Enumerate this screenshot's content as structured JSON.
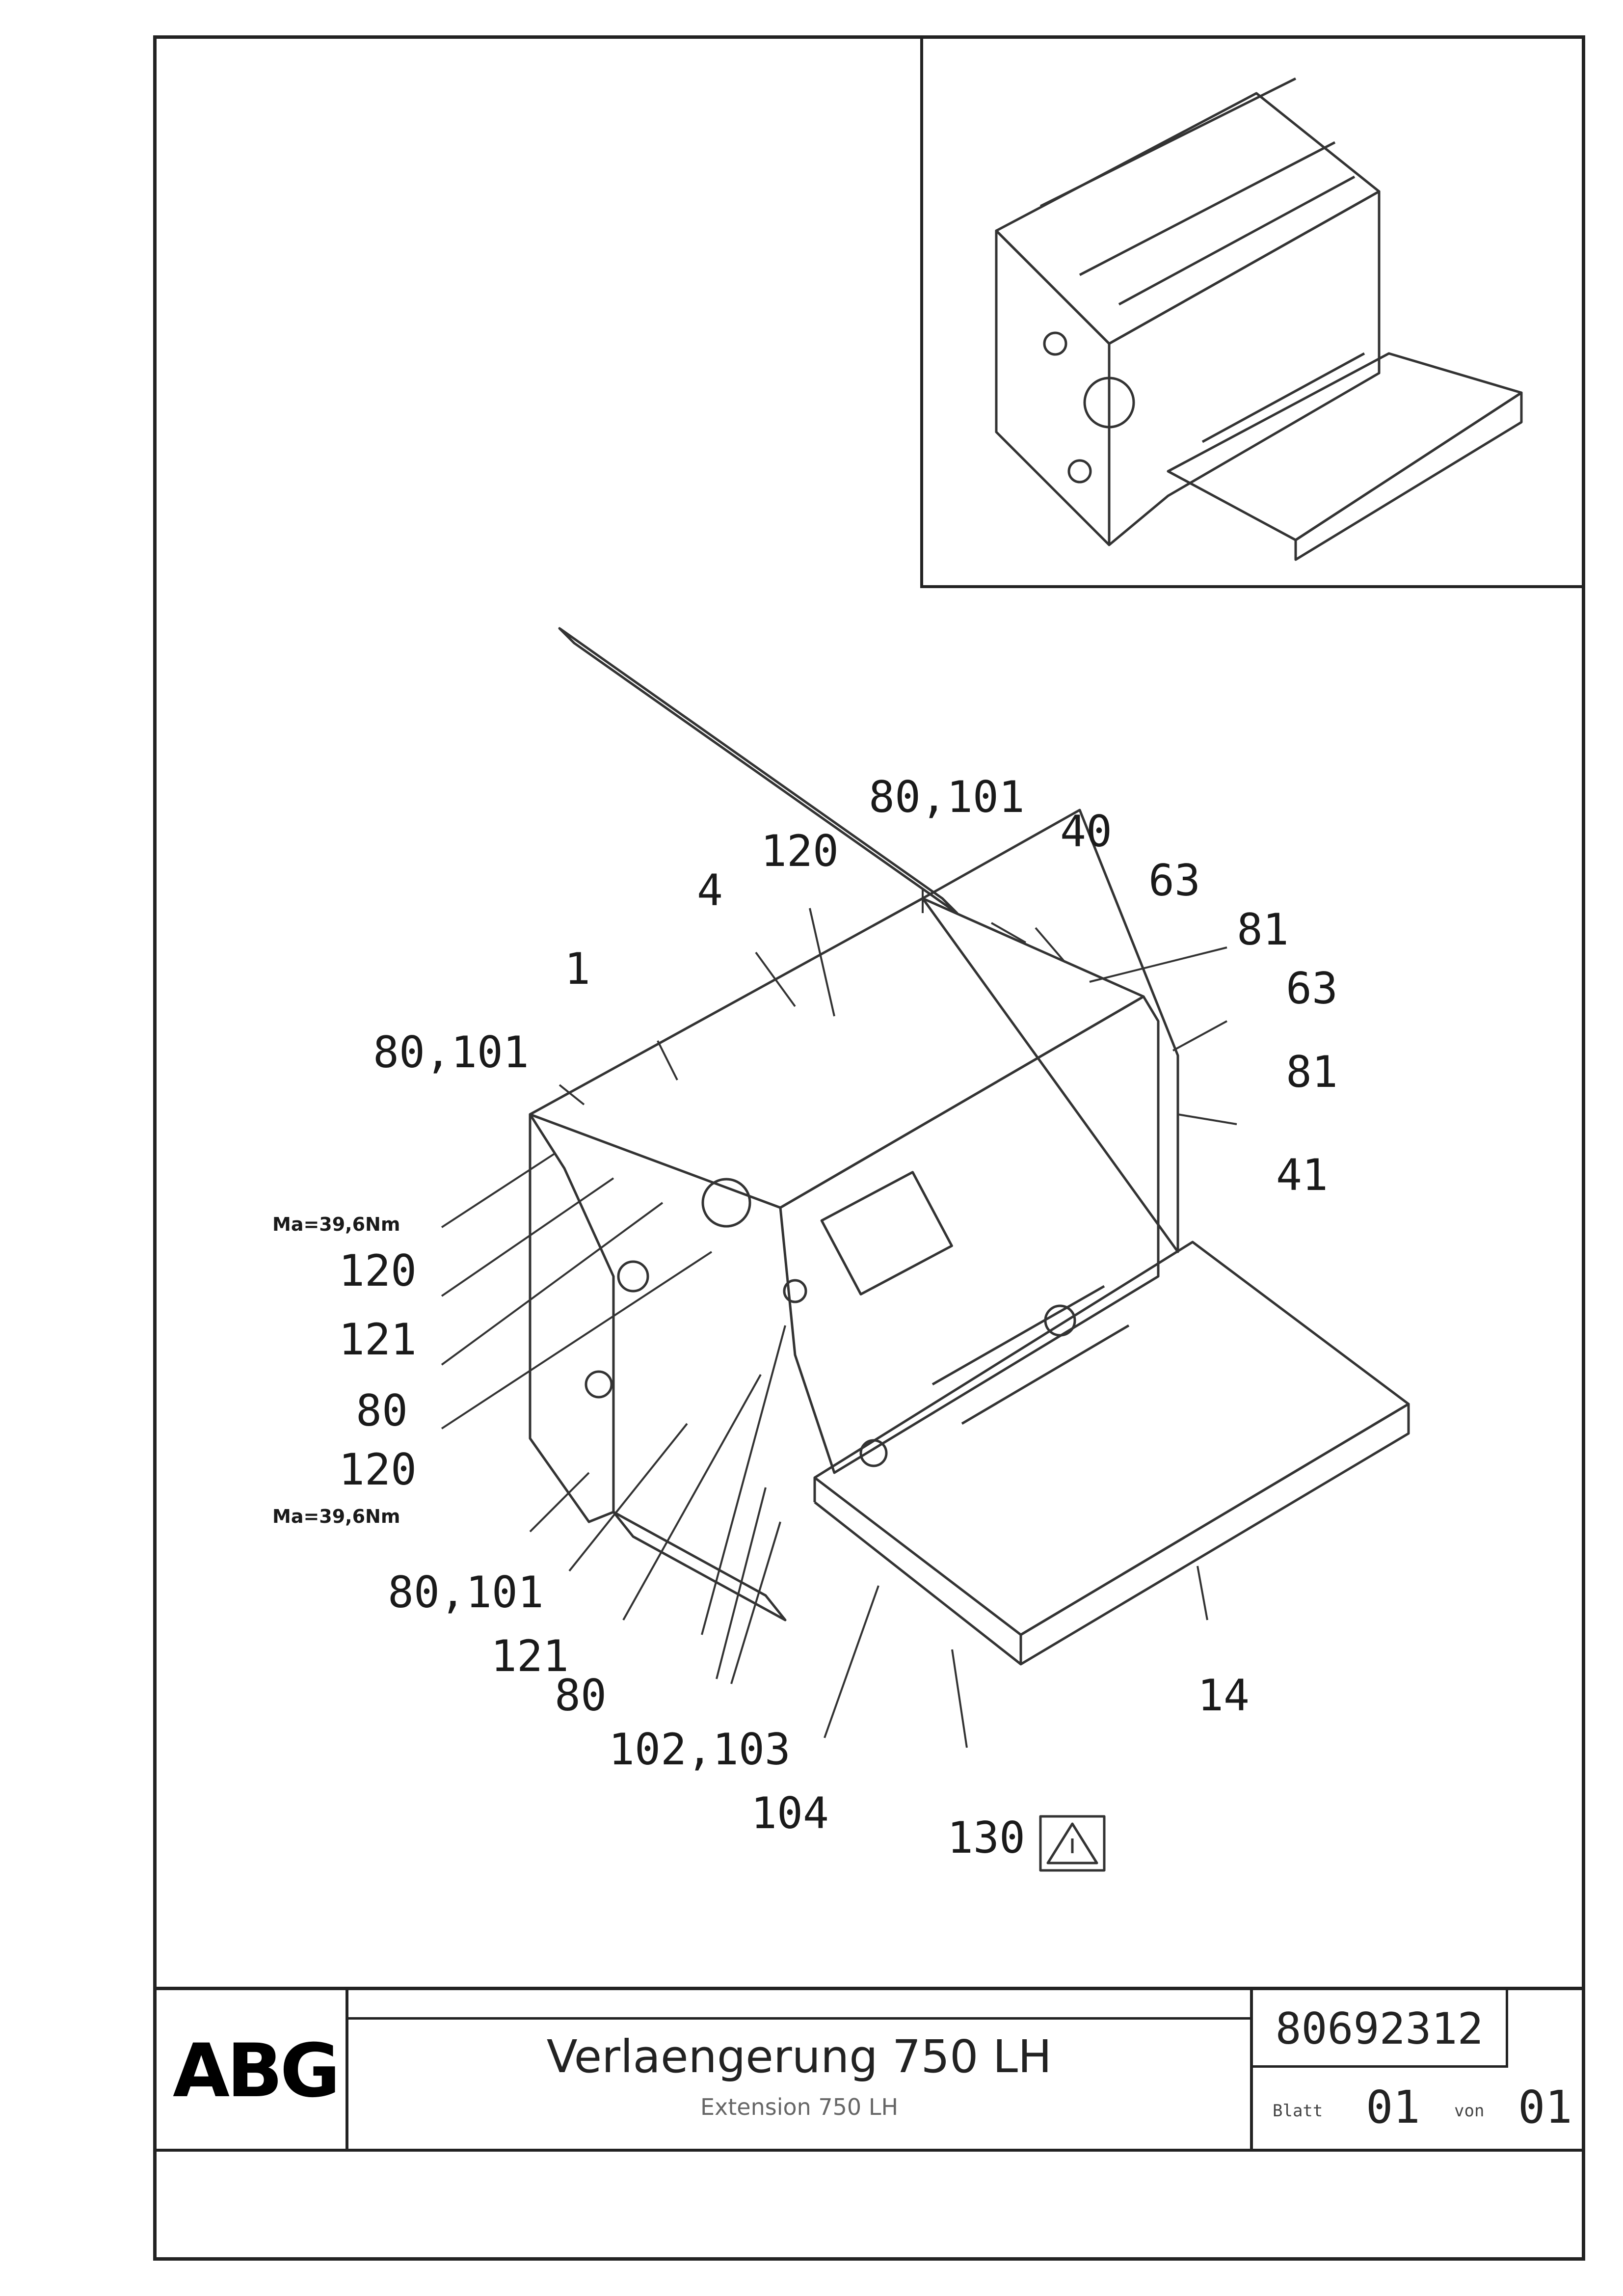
{
  "drawing": {
    "callouts": [
      {
        "id": "c1",
        "text": "80,101"
      },
      {
        "id": "c2",
        "text": "120"
      },
      {
        "id": "c3",
        "text": "40"
      },
      {
        "id": "c4",
        "text": "4"
      },
      {
        "id": "c5",
        "text": "63"
      },
      {
        "id": "c6",
        "text": "81"
      },
      {
        "id": "c7",
        "text": "1"
      },
      {
        "id": "c8",
        "text": "63"
      },
      {
        "id": "c9",
        "text": "80,101"
      },
      {
        "id": "c10",
        "text": "81"
      },
      {
        "id": "c11",
        "text": "41"
      },
      {
        "id": "c12",
        "text": "Ma=39,6Nm"
      },
      {
        "id": "c13",
        "text": "120"
      },
      {
        "id": "c14",
        "text": "121"
      },
      {
        "id": "c15",
        "text": "80"
      },
      {
        "id": "c16",
        "text": "120"
      },
      {
        "id": "c17",
        "text": "Ma=39,6Nm"
      },
      {
        "id": "c18",
        "text": "80,101"
      },
      {
        "id": "c19",
        "text": "121"
      },
      {
        "id": "c20",
        "text": "80"
      },
      {
        "id": "c21",
        "text": "102,103"
      },
      {
        "id": "c22",
        "text": "14"
      },
      {
        "id": "c23",
        "text": "104"
      },
      {
        "id": "c24",
        "text": "130"
      }
    ]
  },
  "title_block": {
    "logo": "ABG",
    "title": "Verlaengerung 750 LH",
    "subtitle": "Extension 750 LH",
    "doc_number": "80692312",
    "sheet_label": "Blatt",
    "sheet": "01",
    "of_label": "von",
    "of": "01"
  }
}
